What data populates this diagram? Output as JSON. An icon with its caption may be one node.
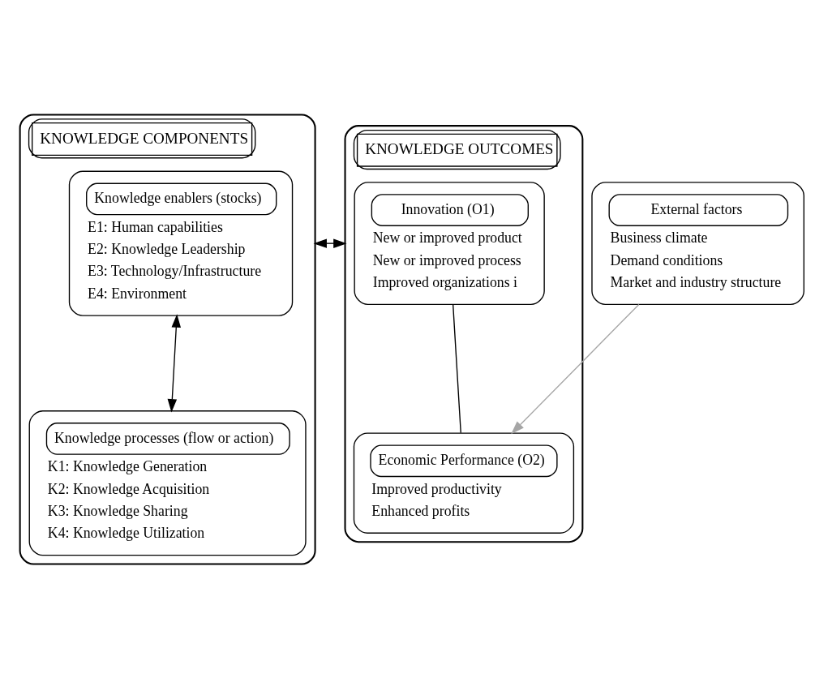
{
  "diagram": {
    "nodes": [
      {
        "text": [
          "KNOWLEDGE COMPONENTS"
        ]
      },
      {
        "text": [
          "Knowledge enablers (stocks)",
          "E1: Human capabilities",
          "E2: Knowledge Leadership",
          "E3: Technology/Infrastructure",
          "E4: Environment"
        ],
        "in": 0
      },
      {
        "text": [
          "Knowledge processes (flow or action)",
          "K1: Knowledge Generation",
          "K2: Knowledge Acquisition",
          "K3: Knowledge Sharing",
          "K4: Knowledge Utilization"
        ],
        "in": 0
      },
      {
        "text": [
          "KNOWLEDGE OUTCOMES"
        ]
      },
      {
        "text": [
          "Innovation (O1)",
          "New or improved product",
          "New or improved process",
          "Improved organizations i"
        ],
        "in": 3
      },
      {
        "text": [
          "Economic Performance (O2)",
          "Improved productivity",
          "Enhanced profits"
        ],
        "in": 3
      },
      {
        "text": [
          "External factors",
          "Business climate",
          "Demand conditions",
          "Market and industry structure"
        ]
      }
    ],
    "edges": [
      {
        "from": 1,
        "to": 2,
        "arrow": "both"
      },
      {
        "from": 0,
        "to": 3,
        "arrow": "both"
      },
      {
        "from": 4,
        "to": 5,
        "arrow": "none"
      },
      {
        "from": 6,
        "to": 5,
        "arrow": "to",
        "color": "#a6a6a6"
      }
    ]
  }
}
